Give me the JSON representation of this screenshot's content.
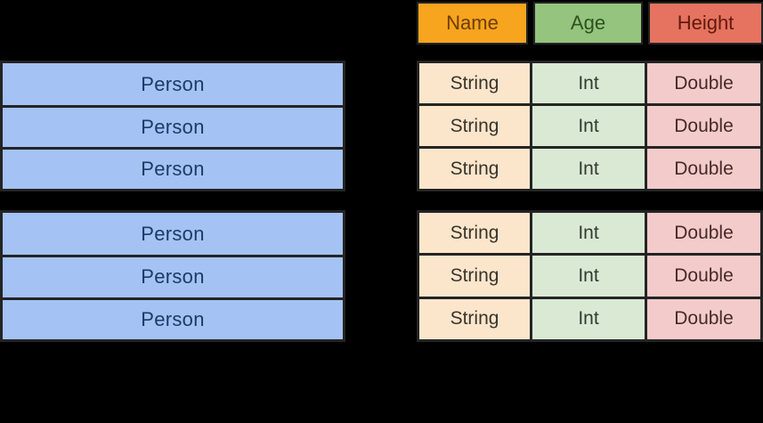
{
  "colors": {
    "background": "#000000",
    "border": "#242424",
    "person_fill": "#a4c2f4",
    "person_text": "#1e3a66",
    "name_fill": "#f7a41e",
    "name_text": "#6d3c08",
    "age_fill": "#94c47e",
    "age_text": "#2d5120",
    "height_fill": "#e5735f",
    "height_text": "#61190f",
    "string_fill": "#fbe6cc",
    "string_text": "#3a332b",
    "int_fill": "#d9e9d4",
    "int_text": "#313a2f",
    "double_fill": "#f3cbca",
    "double_text": "#46292a"
  },
  "left": {
    "groups": [
      {
        "rows": [
          "Person",
          "Person",
          "Person"
        ]
      },
      {
        "rows": [
          "Person",
          "Person",
          "Person"
        ]
      }
    ]
  },
  "right": {
    "header": {
      "columns": [
        {
          "label": "Name"
        },
        {
          "label": "Age"
        },
        {
          "label": "Height"
        }
      ]
    },
    "groups": [
      {
        "rows": [
          [
            "String",
            "Int",
            "Double"
          ],
          [
            "String",
            "Int",
            "Double"
          ],
          [
            "String",
            "Int",
            "Double"
          ]
        ]
      },
      {
        "rows": [
          [
            "String",
            "Int",
            "Double"
          ],
          [
            "String",
            "Int",
            "Double"
          ],
          [
            "String",
            "Int",
            "Double"
          ]
        ]
      }
    ]
  }
}
